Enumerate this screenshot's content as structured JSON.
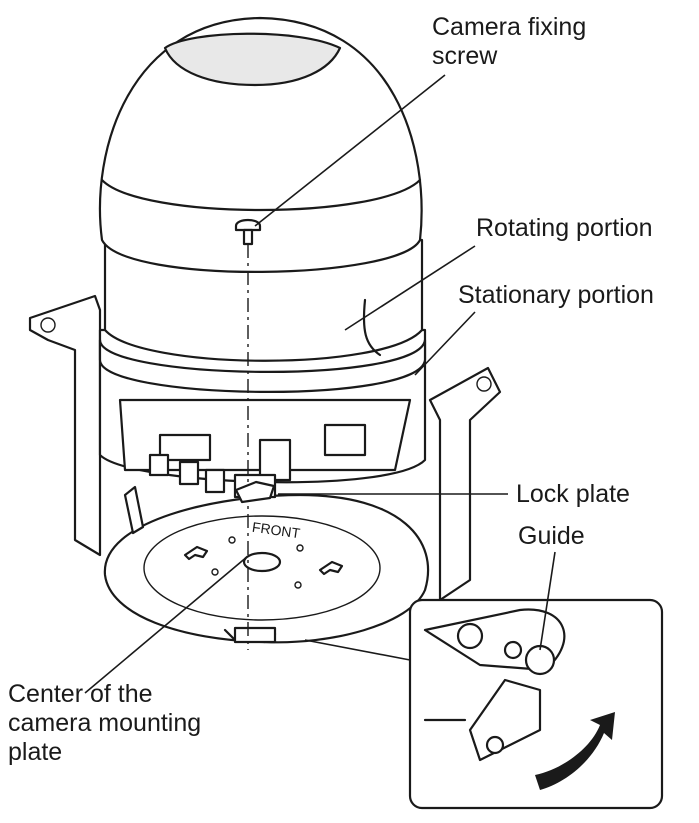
{
  "labels": {
    "camera_fixing_screw": [
      "Camera fixing",
      "screw"
    ],
    "rotating_portion": "Rotating portion",
    "stationary_portion": "Stationary portion",
    "lock_plate": "Lock plate",
    "guide": "Guide",
    "center_of_plate": [
      "Center of the",
      "camera mounting",
      "plate"
    ]
  },
  "plate_marking": "FRONT",
  "colors": {
    "line": "#1a1a1a",
    "shade": "#e8e8e8",
    "background": "#ffffff"
  }
}
